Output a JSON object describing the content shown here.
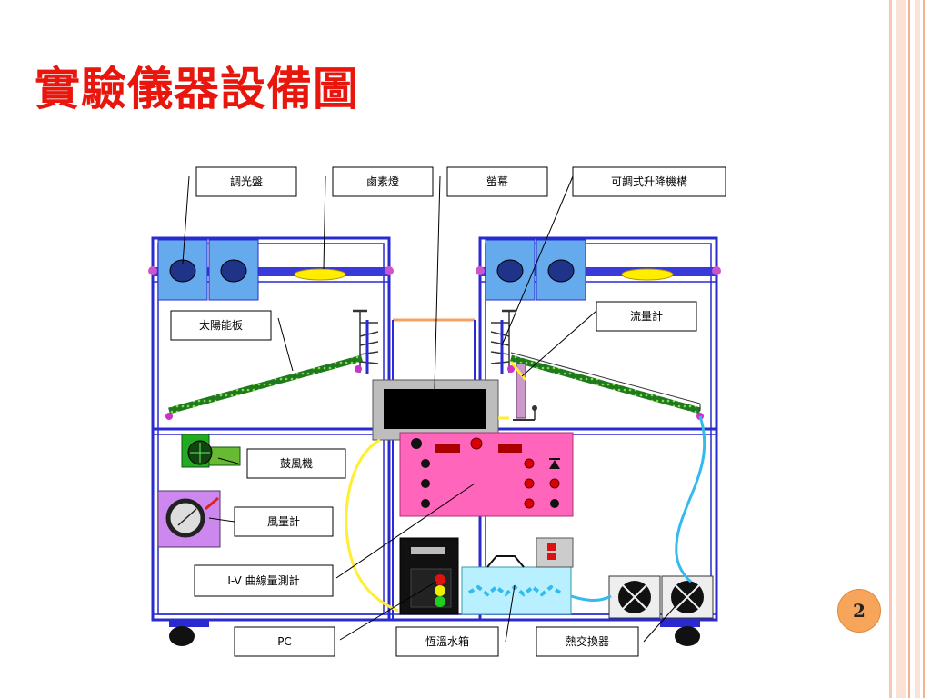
{
  "slide": {
    "title": "實驗儀器設備圖",
    "page_number": "2"
  },
  "diagram": {
    "labels": {
      "dimmer": "調光盤",
      "halogen_lamp": "鹵素燈",
      "screen": "螢幕",
      "lift_mechanism": "可調式升降機構",
      "solar_panel": "太陽能板",
      "flow_meter": "流量計",
      "blower": "鼓風機",
      "air_flow_meter": "風量計",
      "iv_tracer": "I-V 曲線量測計",
      "pc": "PC",
      "water_tank": "恆溫水箱",
      "heat_exchanger": "熱交換器"
    }
  },
  "colors": {
    "title": "#e8160c",
    "frame": "#2a2ad0",
    "lamp": "#ffee00",
    "panel": "#1f7a1f",
    "control_box": "#ff66bb",
    "tank_water": "#b8f0ff",
    "tube": "#33bbee",
    "cable": "#ffee33",
    "accent_border": "#f4b28f"
  }
}
